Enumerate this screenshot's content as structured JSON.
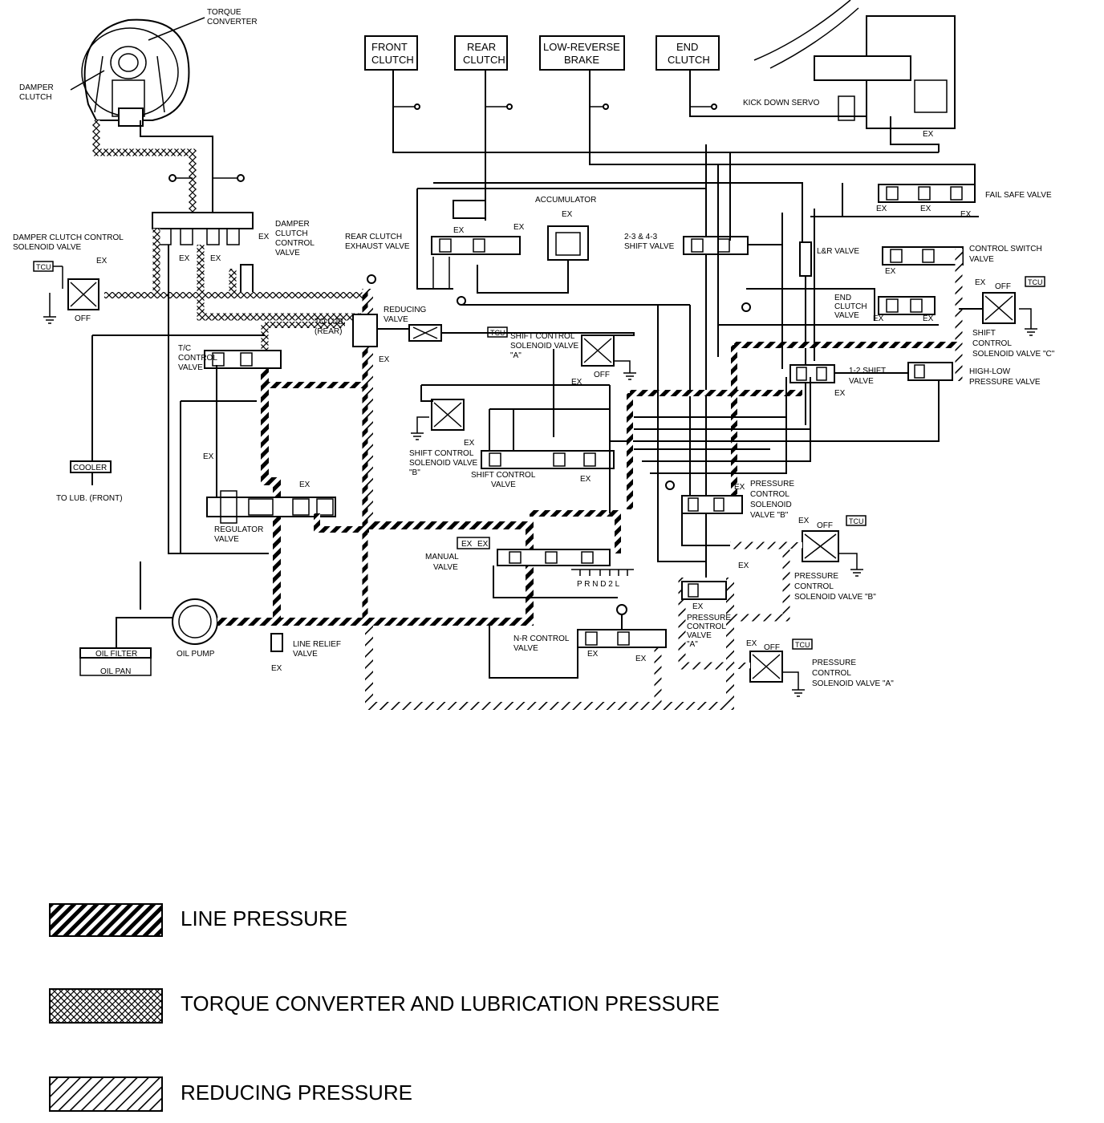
{
  "labels": {
    "torque_converter": [
      "TORQUE",
      "CONVERTER"
    ],
    "damper_clutch": [
      "DAMPER",
      "CLUTCH"
    ],
    "damper_clutch_control_solenoid": [
      "DAMPER CLUTCH CONTROL",
      "SOLENOID VALVE"
    ],
    "damper_clutch_control_valve": [
      "DAMPER",
      "CLUTCH",
      "CONTROL",
      "VALVE"
    ],
    "tc_control_valve": [
      "T/C",
      "CONTROL",
      "VALVE"
    ],
    "cooler": "COOLER",
    "to_lub_front": "TO LUB. (FRONT)",
    "to_lub_rear": [
      "TO LUB.",
      "(REAR)"
    ],
    "regulator_valve": [
      "REGULATOR",
      "VALVE"
    ],
    "oil_filter": "OIL FILTER",
    "oil_pan": "OIL PAN",
    "oil_pump": "OIL PUMP",
    "line_relief_valve": [
      "LINE RELIEF",
      "VALVE"
    ],
    "reducing_valve": [
      "REDUCING",
      "VALVE"
    ],
    "rear_clutch_exhaust_valve": [
      "REAR CLUTCH",
      "EXHAUST VALVE"
    ],
    "accumulator": "ACCUMULATOR",
    "shift_control_solenoid_a": [
      "SHIFT CONTROL",
      "SOLENOID VALVE",
      "\"A\""
    ],
    "shift_control_solenoid_b": [
      "SHIFT CONTROL",
      "SOLENOID VALVE",
      "\"B\""
    ],
    "shift_control_valve": [
      "SHIFT CONTROL",
      "VALVE"
    ],
    "manual_valve": [
      "MANUAL",
      "VALVE"
    ],
    "gear_positions": "P  R  N  D  2  L",
    "nr_control_valve": [
      "N-R CONTROL",
      "VALVE"
    ],
    "pressure_control_valve_a": [
      "PRESSURE",
      "CONTROL",
      "VALVE",
      "\"A\""
    ],
    "pressure_control_solenoid_a": [
      "PRESSURE",
      "CONTROL",
      "SOLENOID VALVE \"A\""
    ],
    "pressure_control_solenoid_b_upper": [
      "PRESSURE",
      "CONTROL",
      "SOLENOID",
      "VALVE \"B\""
    ],
    "pressure_control_solenoid_b_lower": [
      "PRESSURE",
      "CONTROL",
      "SOLENOID VALVE \"B\""
    ],
    "shift_valve_23_43": [
      "2-3 & 4-3",
      "SHIFT VALVE"
    ],
    "lr_valve": "L&R VALVE",
    "end_clutch_valve": [
      "END",
      "CLUTCH",
      "VALVE"
    ],
    "shift_valve_12": [
      "1-2 SHIFT",
      "VALVE"
    ],
    "fail_safe_valve": "FAIL SAFE VALVE",
    "control_switch_valve": [
      "CONTROL SWITCH",
      "VALVE"
    ],
    "shift_control_solenoid_c": [
      "SHIFT",
      "CONTROL",
      "SOLENOID VALVE \"C\""
    ],
    "high_low_pressure_valve": [
      "HIGH-LOW",
      "PRESSURE VALVE"
    ],
    "kick_down_servo": "KICK DOWN SERVO",
    "ex": "EX",
    "off": "OFF",
    "tcu": "TCU"
  },
  "boxes": {
    "front_clutch": [
      "FRONT",
      "CLUTCH"
    ],
    "rear_clutch": [
      "REAR",
      "CLUTCH"
    ],
    "low_reverse_brake": [
      "LOW-REVERSE",
      "BRAKE"
    ],
    "end_clutch": [
      "END",
      "CLUTCH"
    ]
  },
  "legend": [
    {
      "label": "LINE PRESSURE",
      "pattern": "line"
    },
    {
      "label": "TORQUE CONVERTER AND LUBRICATION PRESSURE",
      "pattern": "torque"
    },
    {
      "label": "REDUCING PRESSURE",
      "pattern": "reducing"
    }
  ]
}
